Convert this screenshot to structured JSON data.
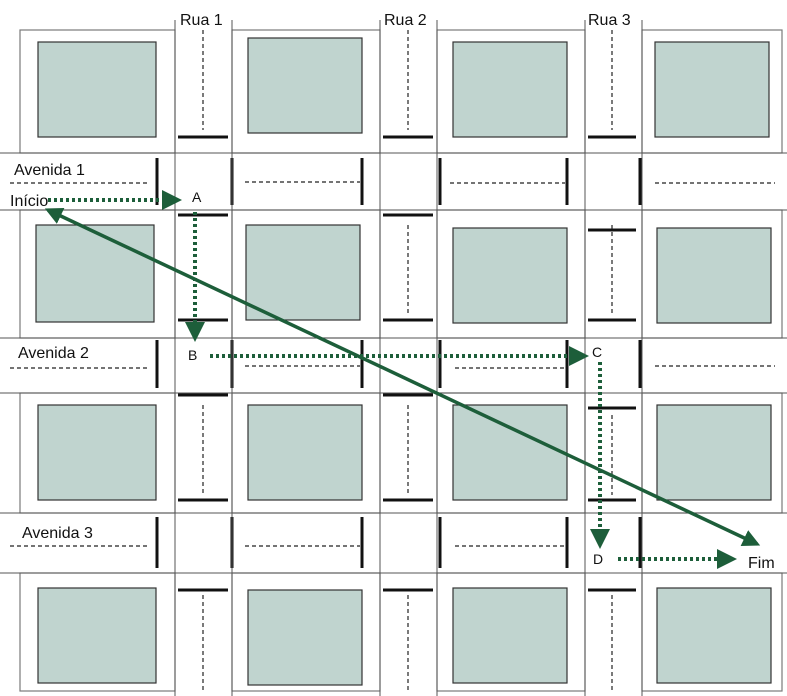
{
  "labels": {
    "street_1": "Rua 1",
    "street_2": "Rua 2",
    "street_3": "Rua 3",
    "avenue_1": "Avenida 1",
    "avenue_2": "Avenida 2",
    "avenue_3": "Avenida 3",
    "start": "Início",
    "end": "Fim",
    "point_a": "A",
    "point_b": "B",
    "point_c": "C",
    "point_d": "D"
  },
  "colors": {
    "block_fill": "#c0d4cf",
    "route_green": "#1d5e3a",
    "line": "#111111"
  }
}
